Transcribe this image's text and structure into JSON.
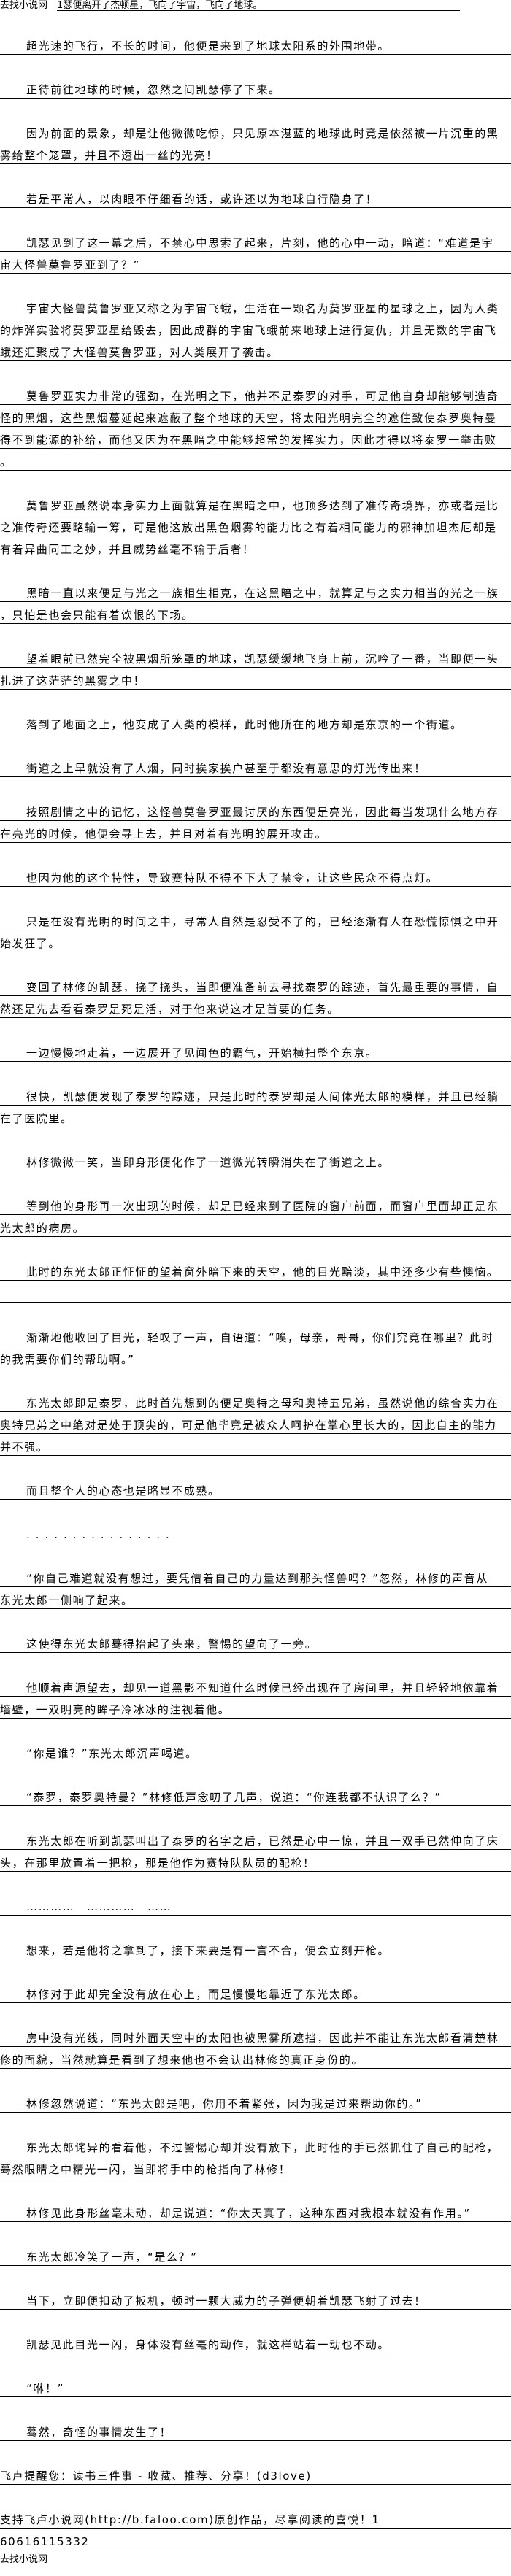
{
  "site_name": "去找小说网",
  "first_line": "1瑟便离开了杰顿星，飞向了宇宙，飞向了地球。",
  "paragraphs": [
    {
      "lines": [
        "超光速的飞行，不长的时间，他便是来到了地球太阳系的外围地带。"
      ]
    },
    {
      "lines": [
        "正待前往地球的时候，忽然之间凯瑟停了下来。"
      ]
    },
    {
      "lines": [
        "因为前面的景象，却是让他微微吃惊，只见原本湛蓝的地球此时竟是依然被一片沉重的黑",
        "雾给整个笼罩，并且不透出一丝的光亮！"
      ]
    },
    {
      "lines": [
        "若是平常人，以肉眼不仔细看的话，或许还以为地球自行隐身了！"
      ]
    },
    {
      "lines": [
        "凯瑟见到了这一幕之后，不禁心中思索了起来，片刻，他的心中一动，暗道：“难道是宇",
        "宙大怪兽莫鲁罗亚到了？”"
      ]
    },
    {
      "lines": [
        "宇宙大怪兽莫鲁罗亚又称之为宇宙飞蛾，生活在一颗名为莫罗亚星的星球之上，因为人类",
        "的炸弹实验将莫罗亚星给毁去，因此成群的宇宙飞蛾前来地球上进行复仇，并且无数的宇宙飞",
        "蛾还汇聚成了大怪兽莫鲁罗亚，对人类展开了袭击。"
      ]
    },
    {
      "lines": [
        "莫鲁罗亚实力非常的强劲，在光明之下，他并不是泰罗的对手，可是他自身却能够制造奇",
        "怪的黑烟，这些黑烟蔓延起来遮蔽了整个地球的天空，将太阳光明完全的遮住致使泰罗奥特曼",
        "得不到能源的补给，而他又因为在黑暗之中能够超常的发挥实力，因此才得以将泰罗一举击败",
        "。"
      ]
    },
    {
      "lines": [
        "莫鲁罗亚虽然说本身实力上面就算是在黑暗之中，也顶多达到了准传奇境界，亦或者是比",
        "之准传奇还要略输一筹，可是他这放出黑色烟雾的能力比之有着相同能力的邪神加坦杰厄却是",
        "有着异曲同工之妙，并且威势丝毫不输于后者！"
      ]
    },
    {
      "lines": [
        "黑暗一直以来便是与光之一族相生相克，在这黑暗之中，就算是与之实力相当的光之一族",
        "，只怕是也会只能有着饮恨的下场。"
      ]
    },
    {
      "lines": [
        "望着眼前已然完全被黑烟所笼罩的地球，凯瑟缓缓地飞身上前，沉吟了一番，当即便一头",
        "扎进了这茫茫的黑雾之中！"
      ]
    },
    {
      "lines": [
        "落到了地面之上，他变成了人类的模样，此时他所在的地方却是东京的一个街道。"
      ]
    },
    {
      "lines": [
        "街道之上早就没有了人烟，同时挨家挨户甚至于都没有意思的灯光传出来！"
      ]
    },
    {
      "lines": [
        "按照剧情之中的记忆，这怪兽莫鲁罗亚最讨厌的东西便是亮光，因此每当发现什么地方存",
        "在亮光的时候，他便会寻上去，并且对着有光明的展开攻击。"
      ]
    },
    {
      "lines": [
        "也因为他的这个特性，导致赛特队不得不下大了禁令，让这些民众不得点灯。"
      ]
    },
    {
      "lines": [
        "只是在没有光明的时间之中，寻常人自然是忍受不了的，已经逐渐有人在恐慌惊惧之中开",
        "始发狂了。"
      ]
    },
    {
      "lines": [
        "变回了林修的凯瑟，挠了挠头，当即便准备前去寻找泰罗的踪迹，首先最重要的事情，自",
        "然还是先去看看泰罗是死是活，对于他来说这才是首要的任务。"
      ]
    },
    {
      "lines": [
        "一边慢慢地走着，一边展开了见闻色的霸气，开始横扫整个东京。"
      ]
    },
    {
      "lines": [
        "很快，凯瑟便发现了泰罗的踪迹，只是此时的泰罗却是人间体光太郎的模样，并且已经躺",
        "在了医院里。"
      ]
    },
    {
      "lines": [
        "林修微微一笑，当即身形便化作了一道微光转瞬消失在了街道之上。"
      ]
    },
    {
      "lines": [
        "等到他的身形再一次出现的时候，却是已经来到了医院的窗户前面，而窗户里面却正是东",
        "光太郎的病房。"
      ]
    },
    {
      "lines": [
        "此时的东光太郎正怔怔的望着窗外暗下来的天空，他的目光黯淡，其中还多少有些懊恼。",
        ""
      ]
    },
    {
      "lines": [
        "渐渐地他收回了目光，轻叹了一声，自语道：“唉，母亲，哥哥，你们究竟在哪里？此时",
        "的我需要你们的帮助啊。”"
      ]
    },
    {
      "lines": [
        "东光太郎即是泰罗，此时首先想到的便是奥特之母和奥特五兄弟，虽然说他的综合实力在",
        "奥特兄弟之中绝对是处于顶尖的，可是他毕竟是被众人呵护在掌心里长大的，因此自主的能力",
        "并不强。"
      ]
    },
    {
      "lines": [
        "而且整个人的心态也是略显不成熟。"
      ]
    },
    {
      "lines": [
        ". . . . . . . . . . . . . . . ."
      ]
    },
    {
      "lines": [
        "“你自己难道就没有想过，要凭借着自己的力量达到那头怪兽吗？”忽然，林修的声音从",
        "东光太郎一侧响了起来。"
      ]
    },
    {
      "lines": [
        "这使得东光太郎蓦得抬起了头来，警惕的望向了一旁。"
      ]
    },
    {
      "lines": [
        "他顺着声源望去，却见一道黑影不知道什么时候已经出现在了房间里，并且轻轻地依靠着",
        "墙壁，一双明亮的眸子冷冰冰的注视着他。"
      ]
    },
    {
      "lines": [
        "“你是谁？”东光太郎沉声喝道。"
      ]
    },
    {
      "lines": [
        "“泰罗，泰罗奥特曼？”林修低声念叨了几声，说道：“你连我都不认识了么？”"
      ]
    },
    {
      "lines": [
        "东光太郎在听到凯瑟叫出了泰罗的名字之后，已然是心中一惊，并且一双手已然伸向了床",
        "头，在那里放置着一把枪，那是他作为赛特队队员的配枪！"
      ]
    },
    {
      "lines": [
        "…………　…………　……"
      ]
    },
    {
      "lines": [
        "想来，若是他将之拿到了，接下来要是有一言不合，便会立刻开枪。"
      ]
    },
    {
      "lines": [
        "林修对于此却完全没有放在心上，而是慢慢地靠近了东光太郎。"
      ]
    },
    {
      "lines": [
        "房中没有光线，同时外面天空中的太阳也被黑雾所遮挡，因此并不能让东光太郎看清楚林",
        "修的面貌，当然就算是看到了想来他也不会认出林修的真正身份的。"
      ]
    },
    {
      "lines": [
        "林修忽然说道：“东光太郎是吧，你用不着紧张，因为我是过来帮助你的。”"
      ]
    },
    {
      "lines": [
        "东光太郎诧异的看着他，不过警惕心却并没有放下，此时他的手已然抓住了自己的配枪，",
        "蓦然眼睛之中精光一闪，当即将手中的枪指向了林修！"
      ]
    },
    {
      "lines": [
        "林修见此身形丝毫未动，却是说道：“你太天真了，这种东西对我根本就没有作用。”"
      ]
    },
    {
      "lines": [
        "东光太郎冷笑了一声，“是么？”"
      ]
    },
    {
      "lines": [
        "当下，立即便扣动了扳机，顿时一颗大威力的子弹便朝着凯瑟飞射了过去！"
      ]
    },
    {
      "lines": [
        "凯瑟见此目光一闪，身体没有丝毫的动作，就这样站着一动也不动。"
      ]
    },
    {
      "lines": [
        "“咻！”"
      ]
    },
    {
      "lines": [
        "蓦然，奇怪的事情发生了！"
      ]
    }
  ],
  "footer": {
    "reminder": "飞卢提醒您：读书三件事 - 收藏、推荐、分享！(d3love)",
    "support_lines": [
      "支持飞卢小说网(http://b.faloo.com)原创作品，尽享阅读的喜悦！1",
      "60616115332"
    ],
    "site_name": "去找小说网"
  }
}
